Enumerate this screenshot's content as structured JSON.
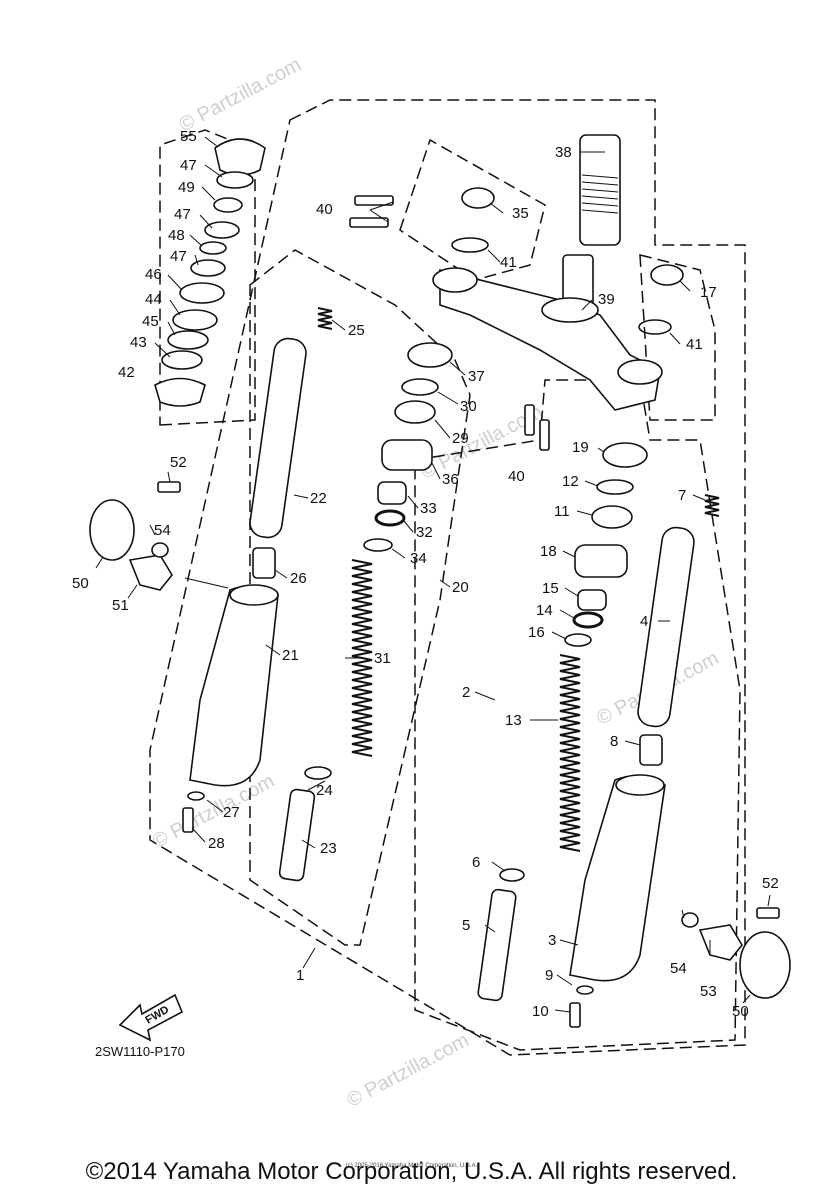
{
  "diagram": {
    "code": "2SW1110-P170",
    "fwd_label": "FWD",
    "watermark": "© Partzilla.com",
    "labels": {
      "p1": "1",
      "p2": "2",
      "p3": "3",
      "p4": "4",
      "p5": "5",
      "p6": "6",
      "p7": "7",
      "p8": "8",
      "p9": "9",
      "p10": "10",
      "p11": "11",
      "p12": "12",
      "p13": "13",
      "p14": "14",
      "p15": "15",
      "p16": "16",
      "p17": "17",
      "p18": "18",
      "p19": "19",
      "p20": "20",
      "p21": "21",
      "p22": "22",
      "p23": "23",
      "p24": "24",
      "p25": "25",
      "p26": "26",
      "p27": "27",
      "p28": "28",
      "p29": "29",
      "p30": "30",
      "p31": "31",
      "p32": "32",
      "p33": "33",
      "p34": "34",
      "p35": "35",
      "p36": "36",
      "p37": "37",
      "p38": "38",
      "p39": "39",
      "p40a": "40",
      "p40b": "40",
      "p41a": "41",
      "p41b": "41",
      "p42": "42",
      "p43": "43",
      "p44": "44",
      "p45": "45",
      "p46": "46",
      "p47a": "47",
      "p47b": "47",
      "p47c": "47",
      "p48": "48",
      "p49": "49",
      "p50a": "50",
      "p50b": "50",
      "p51": "51",
      "p52a": "52",
      "p52b": "52",
      "p53": "53",
      "p54a": "54",
      "p54b": "54",
      "p55": "55"
    }
  },
  "footer": {
    "copyright": "©2014 Yamaha Motor Corporation, U.S.A. All rights reserved.",
    "tiny_copyright": "(c) 2005-2016 Yamaha Motor Corporation, U.S.A."
  }
}
